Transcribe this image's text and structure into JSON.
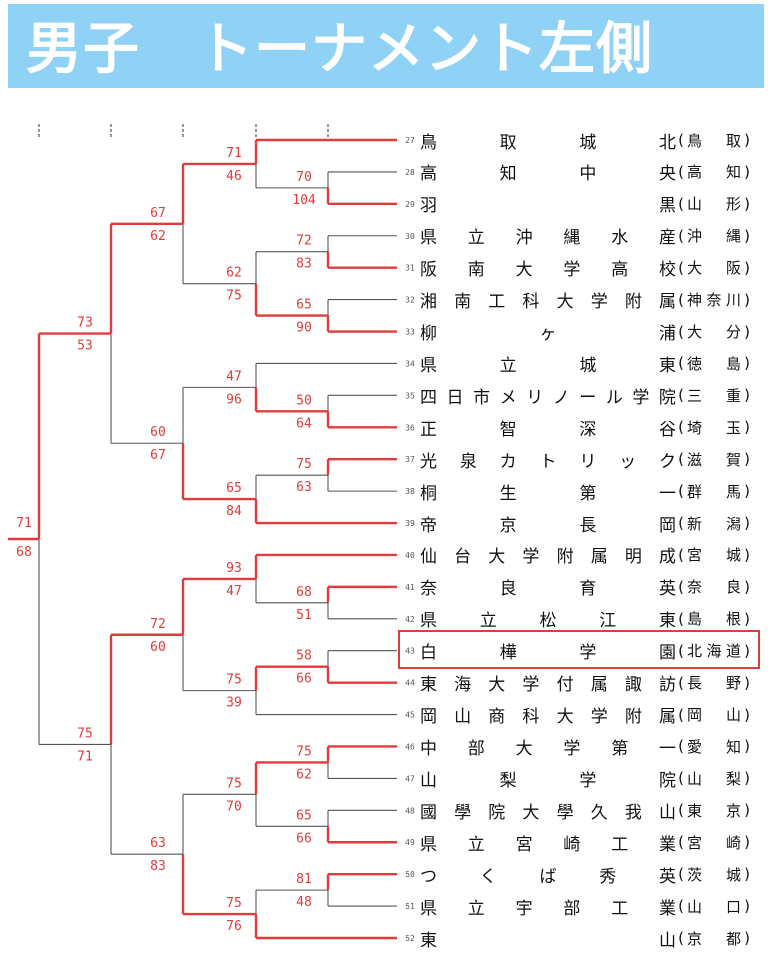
{
  "title": "男子　トーナメント左側",
  "colors": {
    "banner": "#90d2f6",
    "winner_line": "#e23b3b",
    "loser_line": "#555555"
  },
  "highlighted_team_number": 43,
  "teams": [
    {
      "no": 27,
      "school": "鳥取城北",
      "pref": "鳥取"
    },
    {
      "no": 28,
      "school": "高知中央",
      "pref": "高知"
    },
    {
      "no": 29,
      "school": "羽黒",
      "pref": "山形"
    },
    {
      "no": 30,
      "school": "県立沖縄水産",
      "pref": "沖縄"
    },
    {
      "no": 31,
      "school": "阪南大学高校",
      "pref": "大阪"
    },
    {
      "no": 32,
      "school": "湘南工科大学附属",
      "pref": "神奈川"
    },
    {
      "no": 33,
      "school": "柳ヶ浦",
      "pref": "大分"
    },
    {
      "no": 34,
      "school": "県立城東",
      "pref": "徳島"
    },
    {
      "no": 35,
      "school": "四日市メリノール学院",
      "pref": "三重"
    },
    {
      "no": 36,
      "school": "正智深谷",
      "pref": "埼玉"
    },
    {
      "no": 37,
      "school": "光泉カトリック",
      "pref": "滋賀"
    },
    {
      "no": 38,
      "school": "桐生第一",
      "pref": "群馬"
    },
    {
      "no": 39,
      "school": "帝京長岡",
      "pref": "新潟"
    },
    {
      "no": 40,
      "school": "仙台大学附属明成",
      "pref": "宮城"
    },
    {
      "no": 41,
      "school": "奈良育英",
      "pref": "奈良"
    },
    {
      "no": 42,
      "school": "県立松江東",
      "pref": "島根"
    },
    {
      "no": 43,
      "school": "白樺学園",
      "pref": "北海道"
    },
    {
      "no": 44,
      "school": "東海大学付属諏訪",
      "pref": "長野"
    },
    {
      "no": 45,
      "school": "岡山商科大学附属",
      "pref": "岡山"
    },
    {
      "no": 46,
      "school": "中部大学第一",
      "pref": "愛知"
    },
    {
      "no": 47,
      "school": "山梨学院",
      "pref": "山梨"
    },
    {
      "no": 48,
      "school": "國學院大學久我山",
      "pref": "東京"
    },
    {
      "no": 49,
      "school": "県立宮崎工業",
      "pref": "宮崎"
    },
    {
      "no": 50,
      "school": "つくば秀英",
      "pref": "茨城"
    },
    {
      "no": 51,
      "school": "県立宇部工業",
      "pref": "山口"
    },
    {
      "no": 52,
      "school": "東山",
      "pref": "京都"
    }
  ],
  "matches": [
    {
      "id": "r1a",
      "a": 28,
      "b": 29,
      "sa": 70,
      "sb": 104,
      "w": "b"
    },
    {
      "id": "r1b",
      "a": 30,
      "b": 31,
      "sa": 72,
      "sb": 83,
      "w": "b"
    },
    {
      "id": "r1c",
      "a": 32,
      "b": 33,
      "sa": 65,
      "sb": 90,
      "w": "b"
    },
    {
      "id": "r1d",
      "a": 35,
      "b": 36,
      "sa": 50,
      "sb": 64,
      "w": "b"
    },
    {
      "id": "r1e",
      "a": 37,
      "b": 38,
      "sa": 75,
      "sb": 63,
      "w": "a"
    },
    {
      "id": "r1f",
      "a": 41,
      "b": 42,
      "sa": 68,
      "sb": 51,
      "w": "a"
    },
    {
      "id": "r1g",
      "a": 43,
      "b": 44,
      "sa": 58,
      "sb": 66,
      "w": "b"
    },
    {
      "id": "r1h",
      "a": 46,
      "b": 47,
      "sa": 75,
      "sb": 62,
      "w": "a"
    },
    {
      "id": "r1i",
      "a": 48,
      "b": 49,
      "sa": 65,
      "sb": 66,
      "w": "b"
    },
    {
      "id": "r1j",
      "a": 50,
      "b": 51,
      "sa": 81,
      "sb": 48,
      "w": "a"
    },
    {
      "id": "r2a",
      "a": 27,
      "b": "r1a",
      "sa": 71,
      "sb": 46,
      "w": "a"
    },
    {
      "id": "r2b",
      "a": "r1b",
      "b": "r1c",
      "sa": 62,
      "sb": 75,
      "w": "b"
    },
    {
      "id": "r2c",
      "a": 34,
      "b": "r1d",
      "sa": 47,
      "sb": 96,
      "w": "b"
    },
    {
      "id": "r2d",
      "a": "r1e",
      "b": 39,
      "sa": 65,
      "sb": 84,
      "w": "b"
    },
    {
      "id": "r2e",
      "a": 40,
      "b": "r1f",
      "sa": 93,
      "sb": 47,
      "w": "a"
    },
    {
      "id": "r2f",
      "a": "r1g",
      "b": 45,
      "sa": 75,
      "sb": 39,
      "w": "a"
    },
    {
      "id": "r2g",
      "a": "r1h",
      "b": "r1i",
      "sa": 75,
      "sb": 70,
      "w": "a"
    },
    {
      "id": "r2h",
      "a": "r1j",
      "b": 52,
      "sa": 75,
      "sb": 76,
      "w": "b"
    },
    {
      "id": "r3a",
      "a": "r2a",
      "b": "r2b",
      "sa": 67,
      "sb": 62,
      "w": "a"
    },
    {
      "id": "r3b",
      "a": "r2c",
      "b": "r2d",
      "sa": 60,
      "sb": 67,
      "w": "b"
    },
    {
      "id": "r3c",
      "a": "r2e",
      "b": "r2f",
      "sa": 72,
      "sb": 60,
      "w": "a"
    },
    {
      "id": "r3d",
      "a": "r2g",
      "b": "r2h",
      "sa": 63,
      "sb": 83,
      "w": "b"
    },
    {
      "id": "r4a",
      "a": "r3a",
      "b": "r3b",
      "sa": 73,
      "sb": 53,
      "w": "a"
    },
    {
      "id": "r4b",
      "a": "r3c",
      "b": "r3d",
      "sa": 75,
      "sb": 71,
      "w": "a"
    },
    {
      "id": "r5",
      "a": "r4a",
      "b": "r4b",
      "sa": 71,
      "sb": 68,
      "w": "a"
    }
  ]
}
